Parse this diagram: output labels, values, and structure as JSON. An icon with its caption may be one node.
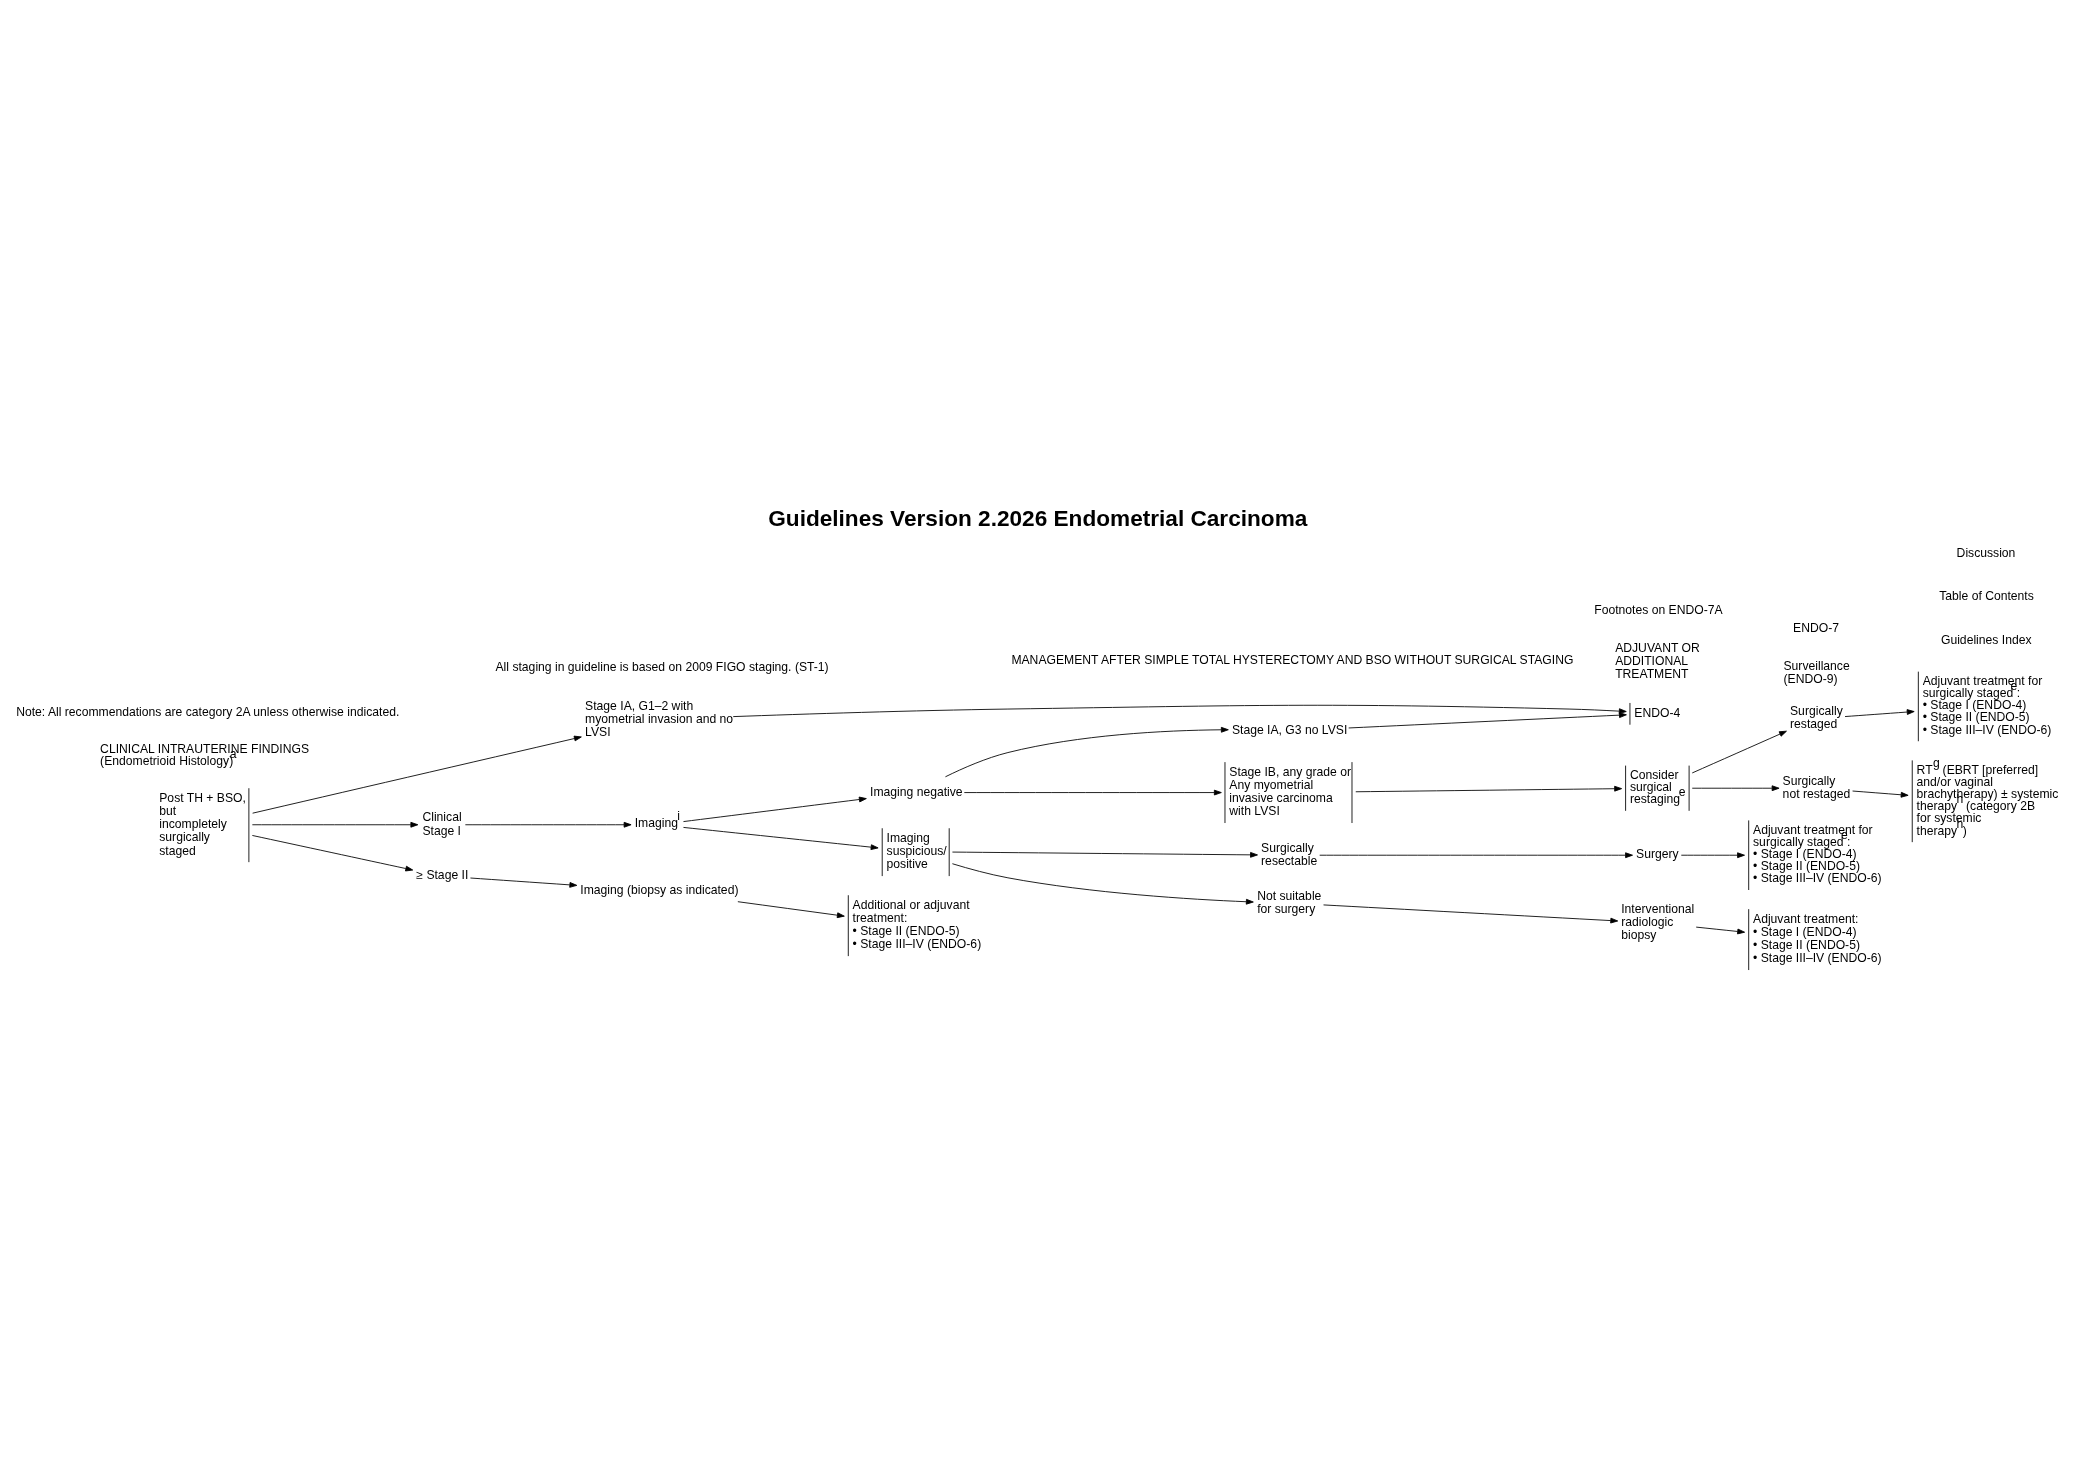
{
  "diagram": {
    "title": "Guidelines Version 2.2026 Endometrial Carcinoma",
    "nodes": [
      {
        "text": [
          "Post TH + BSO, but incompletely surgically staged"
        ]
      },
      {
        "text": [
          "Stage IA, G1–2 with myometrial invasion and no LVSI"
        ]
      },
      {
        "text": [
          "Clinical Stage I"
        ]
      },
      {
        "text": [
          "≥ Stage II"
        ]
      },
      {
        "text": [
          "Imaging$^{i}$"
        ]
      },
      {
        "text": [
          "Imaging negative"
        ]
      },
      {
        "text": [
          "Imaging suspicious/ positive"
        ]
      },
      {
        "text": [
          "Stage IA, G3 no LVSI"
        ]
      },
      {
        "text": [
          "Stage IB, any grade or Any myometrial invasive carcinoma with LVSI"
        ]
      },
      {
        "text": [
          "Consider surgical restaging$^{e}$"
        ]
      },
      {
        "text": [
          "Surgically restaged"
        ]
      },
      {
        "text": [
          "Surgically not restaged"
        ]
      },
      {
        "text": [
          "Surgically resectable"
        ]
      },
      {
        "text": [
          "Not suitable for surgery"
        ]
      },
      {
        "text": [
          "Surgery"
        ]
      },
      {
        "text": [
          "Interventional radiologic biopsy"
        ]
      },
      {
        "text": [
          "Imaging (biopsy as indicated)"
        ]
      },
      {
        "text": [
          "ENDO-4"
        ]
      },
      {
        "text": [
          "Adjuvant treatment for surgically staged$^{e}$:",
          "• Stage I (ENDO-4)",
          "• Stage II (ENDO-5)",
          "• Stage III–IV (ENDO-6)"
        ]
      },
      {
        "text": [
          "RT$^{g}$ (EBRT [preferred] and/or vaginal brachytherapy) ± systemic therapy$^{h}$ (category 2B for systemic therapy$^{h}$)"
        ]
      },
      {
        "text": [
          "Adjuvant treatment for surgically staged$^{e}$:",
          "• Stage I (ENDO-4)",
          "• Stage II (ENDO-5)",
          "• Stage III–IV (ENDO-6)"
        ]
      },
      {
        "text": [
          "Adjuvant treatment:",
          "• Stage I (ENDO-4)",
          "• Stage II (ENDO-5)",
          "• Stage III–IV (ENDO-6)"
        ]
      },
      {
        "text": [
          "Additional or adjuvant treatment:",
          "• Stage II (ENDO-5)",
          "• Stage III–IV (ENDO-6)"
        ]
      }
    ],
    "edges": [
      {
        "from": 0,
        "to": 1,
        "arrow": "to"
      },
      {
        "from": 0,
        "to": 2,
        "arrow": "to"
      },
      {
        "from": 0,
        "to": 3,
        "arrow": "to"
      },
      {
        "from": 1,
        "to": 17,
        "arrow": "to"
      },
      {
        "from": 2,
        "to": 4,
        "arrow": "to"
      },
      {
        "from": 4,
        "to": 5,
        "arrow": "to"
      },
      {
        "from": 4,
        "to": 6,
        "arrow": "to"
      },
      {
        "from": 5,
        "to": 7,
        "arrow": "to"
      },
      {
        "from": 5,
        "to": 8,
        "arrow": "to"
      },
      {
        "from": 7,
        "to": 17,
        "arrow": "to"
      },
      {
        "from": 8,
        "to": 9,
        "arrow": "to"
      },
      {
        "from": 9,
        "to": 10,
        "arrow": "to"
      },
      {
        "from": 9,
        "to": 11,
        "arrow": "to"
      },
      {
        "from": 10,
        "to": 18,
        "arrow": "to"
      },
      {
        "from": 11,
        "to": 19,
        "arrow": "to"
      },
      {
        "from": 6,
        "to": 12,
        "arrow": "to"
      },
      {
        "from": 6,
        "to": 13,
        "arrow": "to"
      },
      {
        "from": 12,
        "to": 14,
        "arrow": "to"
      },
      {
        "from": 14,
        "to": 20,
        "arrow": "to"
      },
      {
        "from": 13,
        "to": 15,
        "arrow": "to"
      },
      {
        "from": 15,
        "to": 21,
        "arrow": "to"
      },
      {
        "from": 3,
        "to": 16,
        "arrow": "to"
      },
      {
        "from": 16,
        "to": 22,
        "arrow": "to"
      }
    ],
    "labels": [
      "Guidelines Index",
      "Table of Contents",
      "Discussion",
      "MANAGEMENT AFTER SIMPLE TOTAL HYSTERECTOMY AND BSO WITHOUT SURGICAL STAGING",
      "CLINICAL INTRAUTERINE FINDINGS (Endometrioid Histology)$^{a}$",
      "ADJUVANT OR ADDITIONAL TREATMENT",
      "All staging in guideline is based on 2009 FIGO staging. (ST-1)",
      "Note: All recommendations are category 2A unless otherwise indicated.",
      "Footnotes on ENDO-7A",
      "Surveillance (ENDO-9)",
      "ENDO-7"
    ]
  }
}
